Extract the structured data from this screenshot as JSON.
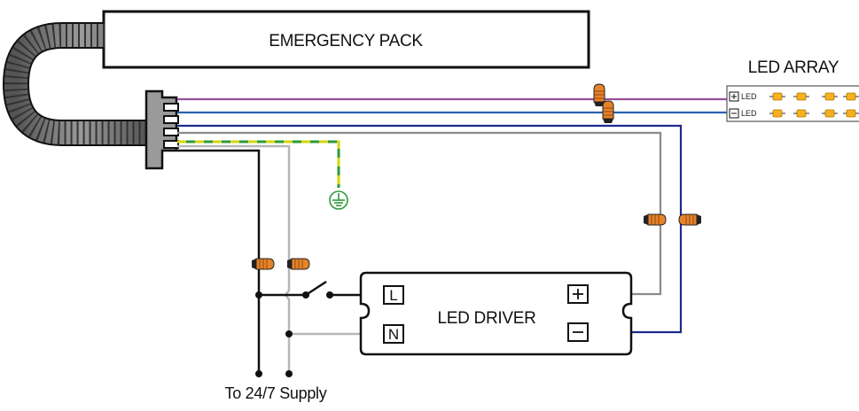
{
  "diagram": {
    "emergency_pack": {
      "label": "EMERGENCY PACK"
    },
    "led_array": {
      "label": "LED ARRAY",
      "plus_label": "LED",
      "minus_label": "LED"
    },
    "led_driver": {
      "label": "LED DRIVER",
      "terminal_l": "L",
      "terminal_n": "N"
    },
    "supply": {
      "label": "To 24/7 Supply"
    },
    "colors": {
      "violet": "#9b4f9b",
      "blue": "#2b63b0",
      "navy": "#1f2a8c",
      "grey": "#8f8a86",
      "green_yellow": "#d6d60c",
      "green": "#2e9a3b",
      "black": "#111111",
      "light_grey": "#b7b7b7",
      "connector_orange": "#e6832a",
      "led_chip": "#f5b21c"
    }
  }
}
